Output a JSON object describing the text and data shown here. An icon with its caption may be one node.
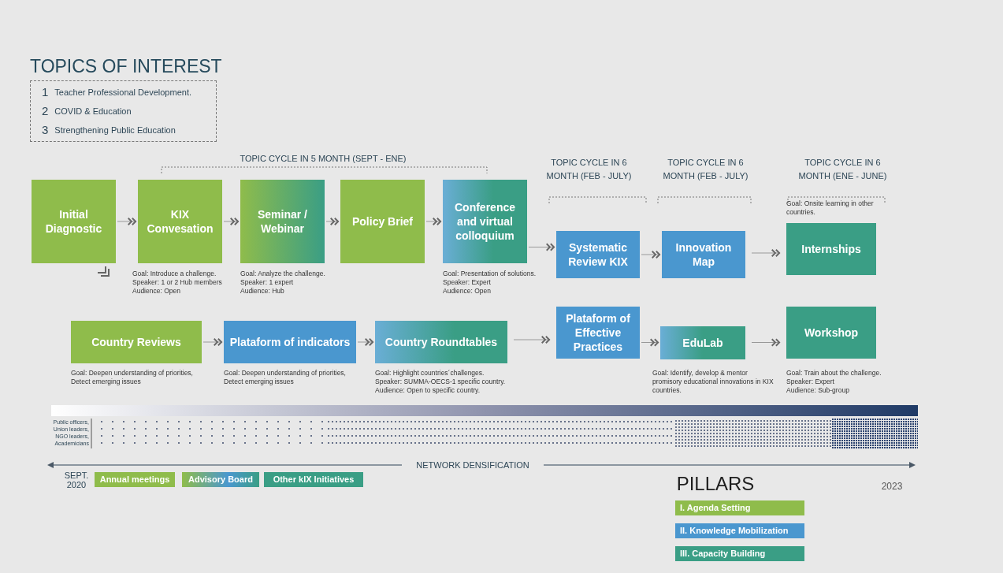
{
  "diagram": {
    "nodes": [
      {
        "text": [
          "TOPICS OF INTEREST",
          "1",
          "Teacher Professional Development.",
          "2",
          "COVID & Education",
          "3",
          "Strengthening Public Education"
        ]
      },
      {
        "text": [
          "Initial Diagnostic"
        ]
      },
      {
        "text": [
          "KIX Convesation"
        ],
        "beside": [
          "Goal: Introduce a challenge.",
          "Speaker: 1 or 2 Hub members",
          "Audience: Open"
        ]
      },
      {
        "text": [
          "Seminar / Webinar"
        ],
        "beside": [
          "Goal: Analyze the challenge.",
          "Speaker: 1 expert",
          "Audience: Hub"
        ]
      },
      {
        "text": [
          "Policy Brief"
        ]
      },
      {
        "text": [
          "Conference and virtual colloquium"
        ],
        "beside": [
          "Goal: Presentation of solutions.",
          "Speaker: Expert",
          "Audience: Open"
        ]
      },
      {
        "text": [
          "Systematic Review KIX"
        ]
      },
      {
        "text": [
          "Innovation Map"
        ]
      },
      {
        "text": [
          "Internships"
        ],
        "beside": [
          "Goal: Onsite learning in other countries."
        ]
      },
      {
        "text": [
          "Country Reviews"
        ],
        "beside": [
          "Goal: Deepen understanding of priorities, Detect emerging issues"
        ]
      },
      {
        "text": [
          "Plataform of indicators"
        ],
        "beside": [
          "Goal: Deepen understanding of priorities, Detect emerging issues"
        ]
      },
      {
        "text": [
          "Country Roundtables"
        ],
        "beside": [
          "Goal: Highlight countries´challenges.",
          "Speaker: SUMMA-OECS-1 specific country.",
          "Audience: Open to specific country."
        ]
      },
      {
        "text": [
          "Plataform of Effective Practices"
        ]
      },
      {
        "text": [
          "EduLab"
        ],
        "beside": [
          "Goal: Identify, develop & mentor promisory educational innovations in KIX countries."
        ]
      },
      {
        "text": [
          "Workshop"
        ],
        "beside": [
          "Goal: Train about the challenge.",
          "Speaker: Expert",
          "Audience: Sub-group"
        ]
      },
      {
        "text": [
          "Annual meetings"
        ]
      },
      {
        "text": [
          "Advisory Board"
        ]
      },
      {
        "text": [
          "Other kIX Initiatives"
        ]
      }
    ],
    "edges": [
      {
        "from": 1,
        "to": 2,
        "arrow": "to"
      },
      {
        "from": 2,
        "to": 3,
        "arrow": "to"
      },
      {
        "from": 3,
        "to": 4,
        "arrow": "to"
      },
      {
        "from": 4,
        "to": 5,
        "arrow": "to"
      },
      {
        "from": 5,
        "to": 6,
        "arrow": "to"
      },
      {
        "from": 6,
        "to": 7,
        "arrow": "to"
      },
      {
        "from": 7,
        "to": 8,
        "arrow": "to"
      },
      {
        "from": 9,
        "to": 10,
        "arrow": "to"
      },
      {
        "from": 10,
        "to": 11,
        "arrow": "to"
      },
      {
        "from": 11,
        "to": 12,
        "arrow": "to"
      },
      {
        "from": 12,
        "to": 13,
        "arrow": "to"
      },
      {
        "from": 13,
        "to": 14,
        "arrow": "to"
      }
    ],
    "labels": [
      "TOPIC CYCLE IN 5 MONTH (SEPT - ENE)",
      "TOPIC CYCLE IN 6 MONTH (FEB - JULY)",
      "TOPIC CYCLE IN 6 MONTH (FEB - JULY)",
      "TOPIC CYCLE IN 6 MONTH (ENE - JUNE)",
      "Public officers, Union leaders, NGO leaders, Academicians",
      "NETWORK DENSIFICATION",
      "SEPT. 2020",
      "PILLARS",
      "2023"
    ],
    "legend": [
      {
        "text": "I. Agenda Setting",
        "color": "#8fbc4b"
      },
      {
        "text": "II. Knowledge Mobilization",
        "color": "#4a97cf"
      },
      {
        "text": "III. Capacity Building",
        "color": "#3a9e85"
      }
    ]
  }
}
